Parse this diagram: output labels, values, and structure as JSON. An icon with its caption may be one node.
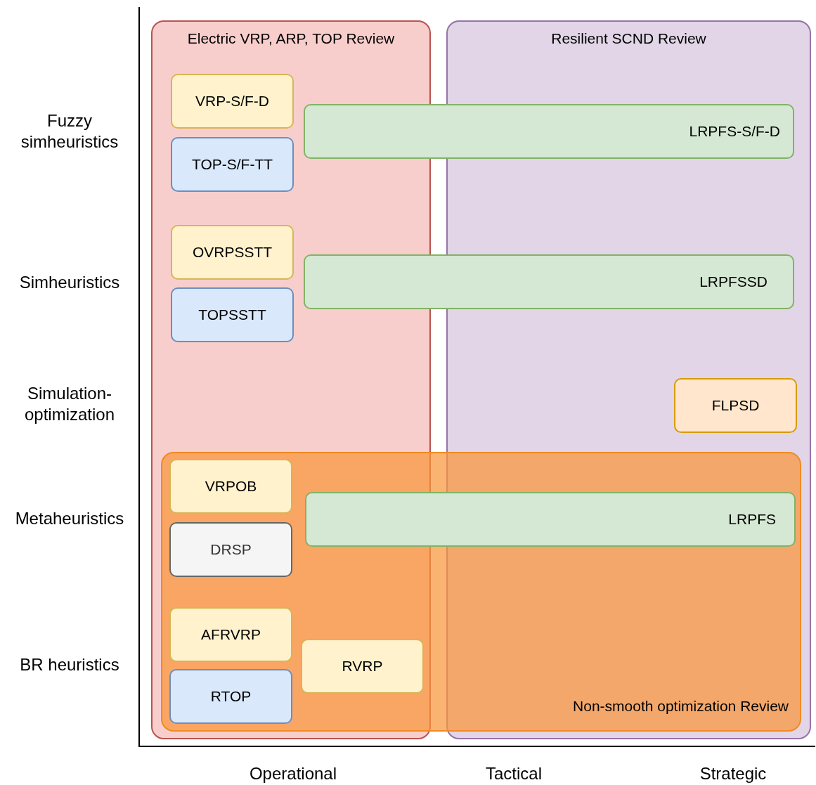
{
  "diagram": {
    "nodes": [
      {
        "text": [
          "Electric VRP, ARP, TOP Review"
        ]
      },
      {
        "text": [
          "VRP-S/F-D"
        ],
        "in": 0
      },
      {
        "text": [
          "TOP-S/F-TT"
        ],
        "in": 0
      },
      {
        "text": [
          "Resilient SCND Review"
        ]
      },
      {
        "text": [
          "LRPFS-S/F-D"
        ]
      },
      {
        "text": [
          "OVRPSSTT"
        ],
        "in": 0
      },
      {
        "text": [
          "TOPSSTT"
        ],
        "in": 0
      },
      {
        "text": [
          "LRPFSSD"
        ]
      },
      {
        "text": [
          "FLPSD"
        ],
        "in": 3
      },
      {
        "text": [
          "Non-smooth optimization Review"
        ]
      },
      {
        "text": [
          "VRPOB"
        ]
      },
      {
        "text": [
          "LRPFS"
        ],
        "in": 9
      },
      {
        "text": [
          "DRSP"
        ]
      },
      {
        "text": [
          "AFRVRP"
        ]
      },
      {
        "text": [
          "RVRP"
        ]
      },
      {
        "text": [
          "RTOP"
        ]
      }
    ],
    "labels": [
      "Fuzzy simheuristics",
      "Simheuristics",
      "Simulation-optimization",
      "Metaheuristics",
      "BR heuristics",
      "Operational",
      "Tactical",
      "Strategic"
    ]
  }
}
